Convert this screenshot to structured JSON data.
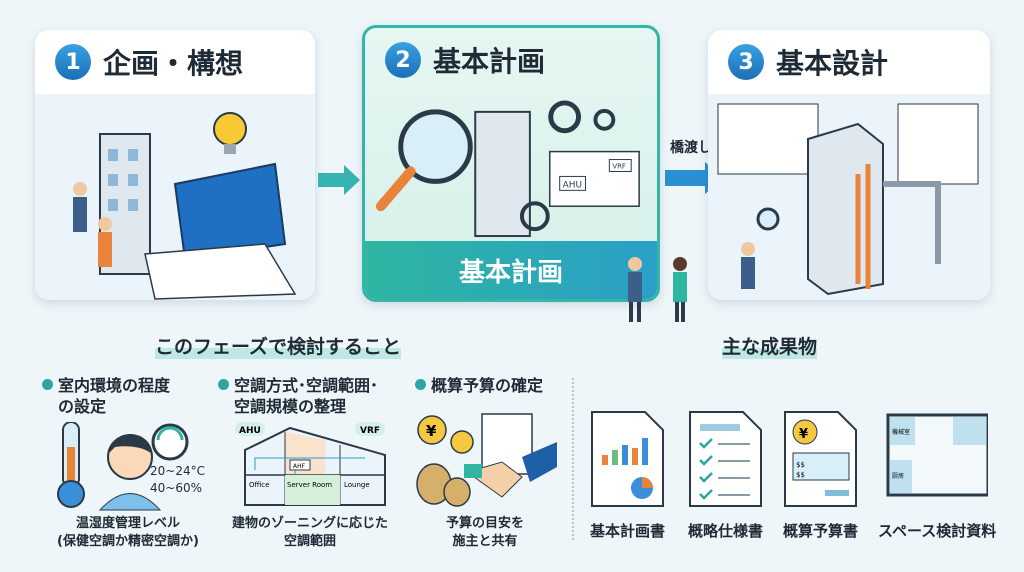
{
  "phases": [
    {
      "number": "1",
      "title": "企画・構想"
    },
    {
      "number": "2",
      "title": "基本計画",
      "banner": "基本計画"
    },
    {
      "number": "3",
      "title": "基本設計"
    }
  ],
  "bridge_label": "橋渡し",
  "diagram_labels": {
    "ahu": "AHU",
    "vrf": "VRF"
  },
  "considerations": {
    "heading": "このフェーズで検討すること",
    "items": [
      {
        "title_line1": "室内環境の程度",
        "title_line2": "の設定",
        "temp": "20~24°C",
        "humidity": "40~60%",
        "caption_line1": "温湿度管理レベル",
        "caption_line2": "(保健空調か精密空調か)"
      },
      {
        "title_line1": "空調方式･空調範囲･",
        "title_line2": "空調規模の整理",
        "labels": {
          "ahu": "AHU",
          "vrf": "VRF",
          "ahf": "AHF",
          "office": "Office",
          "server": "Server Room",
          "lounge": "Lounge"
        },
        "caption_line1": "建物のゾーニングに応じた",
        "caption_line2": "空調範囲"
      },
      {
        "title_line1": "概算予算の確定",
        "caption_line1": "予算の目安を",
        "caption_line2": "施主と共有",
        "currency": "¥"
      }
    ]
  },
  "deliverables": {
    "heading": "主な成果物",
    "items": [
      {
        "label": "基本計画書",
        "icon": "report-chart-icon"
      },
      {
        "label": "概略仕様書",
        "icon": "checklist-icon"
      },
      {
        "label": "概算予算書",
        "icon": "budget-document-icon",
        "row1": "$$",
        "row2": "$$"
      },
      {
        "label": "スペース検討資料",
        "icon": "floor-plan-icon",
        "room1": "機械室",
        "room2": "厨房"
      }
    ]
  },
  "colors": {
    "accent": "#2aa7a5",
    "blue": "#1b70b8",
    "orange": "#e8843a"
  }
}
